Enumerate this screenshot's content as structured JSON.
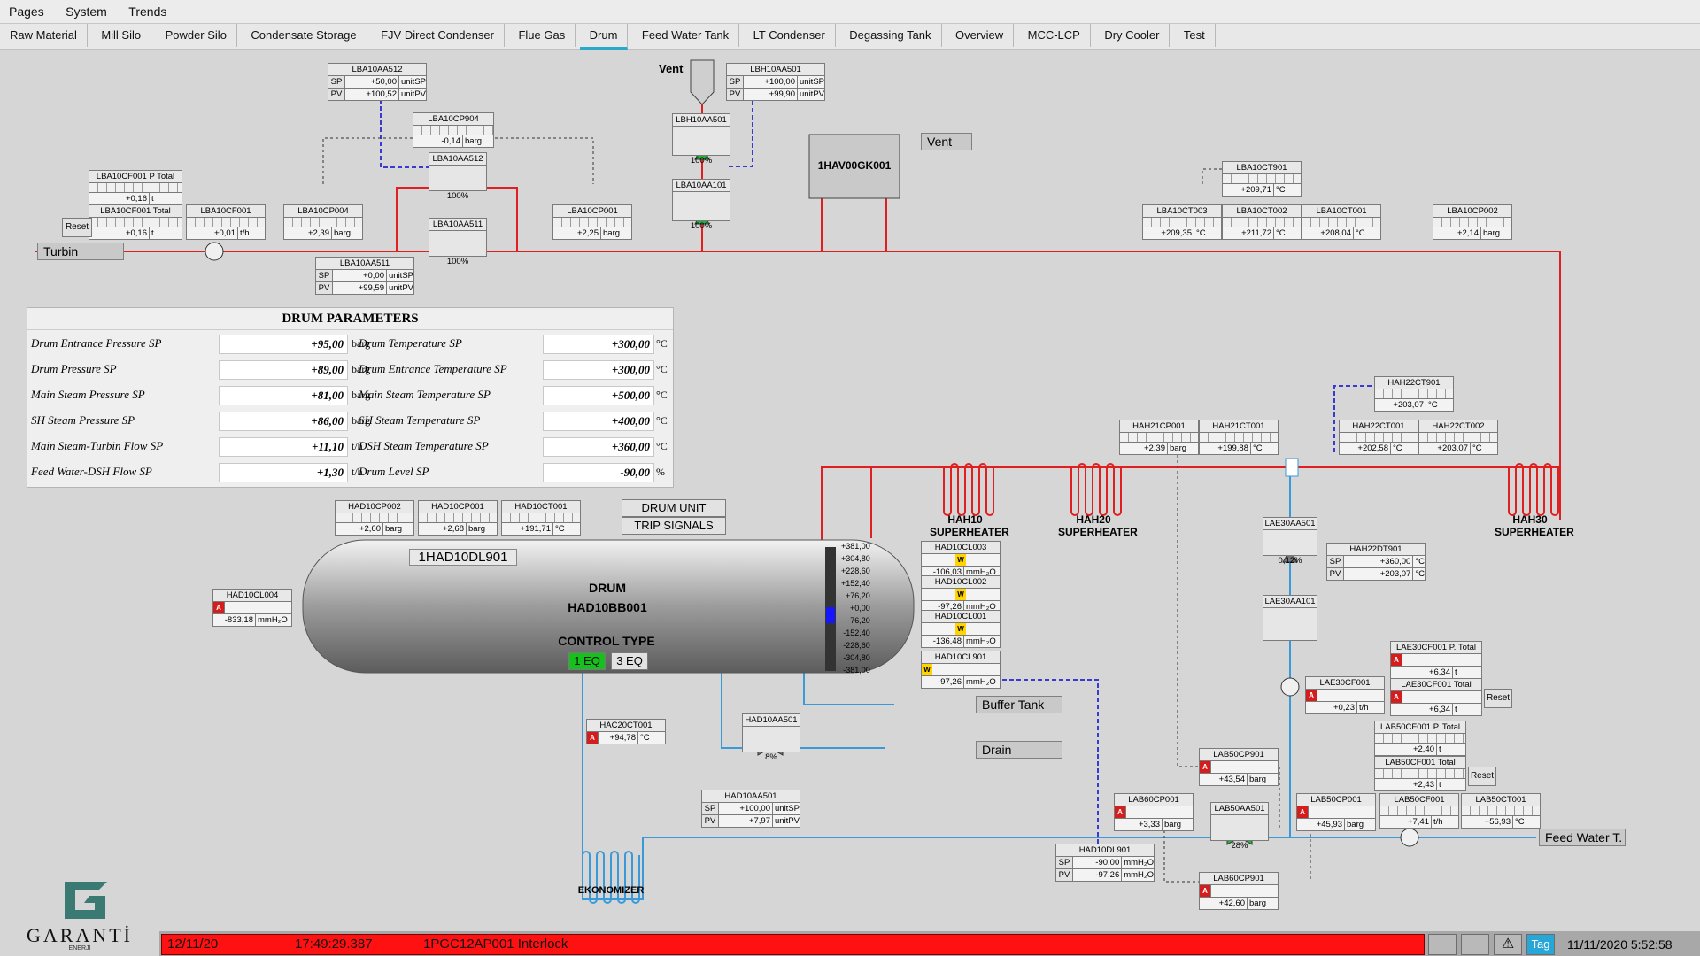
{
  "menu": [
    "Pages",
    "System",
    "Trends"
  ],
  "tabs": [
    "Raw Material",
    "Mill Silo",
    "Powder Silo",
    "Condensate Storage",
    "FJV  Direct Condenser",
    "Flue Gas",
    "Drum",
    "Feed Water Tank",
    "LT Condenser",
    "Degassing Tank",
    "Overview",
    "MCC-LCP",
    "Dry Cooler",
    "Test"
  ],
  "active_tab": "Drum",
  "labels": {
    "vent": "Vent",
    "vent2": "Vent",
    "turbin": "Turbin",
    "buffer": "Buffer Tank",
    "drain": "Drain",
    "feedwater": "Feed Water T.",
    "gk": "1HAV00GK001",
    "hah10a": "HAH10",
    "hah10b": "SUPERHEATER",
    "hah20a": "HAH20",
    "hah20b": "SUPERHEATER",
    "hah30a": "HAH30",
    "hah30b": "SUPERHEATER",
    "ekon": "EKONOMIZER",
    "reset1": "Reset",
    "reset2": "Reset",
    "reset3": "Reset",
    "drum_tag": "1HAD10DL901",
    "drum1": "DRUM",
    "drum2": "HAD10BB001",
    "ctrl": "CONTROL TYPE",
    "eq1": "1 EQ",
    "eq3": "3 EQ",
    "drumunit": "DRUM UNIT",
    "trip": "TRIP SIGNALS",
    "v_lba512": "100%",
    "v_lba511": "100%",
    "v_lbh501": "100%",
    "v_lba101": "100%",
    "v_had501": "8%",
    "v_lab501": "28%",
    "v_lae501": "0,12%"
  },
  "params": {
    "title": "DRUM PARAMETERS",
    "rows": [
      {
        "l": "Drum Entrance Pressure SP",
        "v": "+95,00",
        "u": "barg",
        "l2": "Drum Temperature SP",
        "v2": "+300,00",
        "u2": "°C"
      },
      {
        "l": "Drum Pressure SP",
        "v": "+89,00",
        "u": "barg",
        "l2": "Drum Entrance Temperature SP",
        "v2": "+300,00",
        "u2": "°C"
      },
      {
        "l": "Main Steam Pressure SP",
        "v": "+81,00",
        "u": "barg",
        "l2": "Main Steam Temperature SP",
        "v2": "+500,00",
        "u2": "°C"
      },
      {
        "l": "SH Steam Pressure SP",
        "v": "+86,00",
        "u": "barg",
        "l2": "SH Steam Temperature SP",
        "v2": "+400,00",
        "u2": "°C"
      },
      {
        "l": "Main Steam-Turbin Flow SP",
        "v": "+11,10",
        "u": "t/h",
        "l2": "DSH Steam Temperature SP",
        "v2": "+360,00",
        "u2": "°C"
      },
      {
        "l": "Feed Water-DSH Flow SP",
        "v": "+1,30",
        "u": "t/h",
        "l2": "Drum Level SP",
        "v2": "-90,00",
        "u2": "%"
      }
    ]
  },
  "tags": {
    "lba512sp": {
      "t": "LBA10AA512",
      "sp": "+50,00",
      "spu": "unitSP",
      "pv": "+100,52",
      "pvu": "unitPV"
    },
    "lba511sp": {
      "t": "LBA10AA511",
      "sp": "+0,00",
      "spu": "unitSP",
      "pv": "+99,59",
      "pvu": "unitPV"
    },
    "lbh501sp": {
      "t": "LBH10AA501",
      "sp": "+100,00",
      "spu": "unitSP",
      "pv": "+99,90",
      "pvu": "unitPV"
    },
    "had501sp": {
      "t": "HAD10AA501",
      "sp": "+100,00",
      "spu": "unitSP",
      "pv": "+7,97",
      "pvu": "unitPV"
    },
    "hah22dt": {
      "t": "HAH22DT901",
      "sp": "+360,00",
      "spu": "°C",
      "pv": "+203,07",
      "pvu": "°C"
    },
    "had10dl": {
      "t": "HAD10DL901",
      "sp": "-90,00",
      "spu": "mmH₂O",
      "pv": "-97,26",
      "pvu": "mmH₂O"
    },
    "lba904": {
      "t": "LBA10CP904",
      "v": "-0,14",
      "u": "barg"
    },
    "lbaptot": {
      "t": "LBA10CF001 P Total",
      "v": "+0,16",
      "u": "t"
    },
    "lbatot": {
      "t": "LBA10CF001 Total",
      "v": "+0,16",
      "u": "t"
    },
    "lbacf": {
      "t": "LBA10CF001",
      "v": "+0,01",
      "u": "t/h"
    },
    "lbacp4": {
      "t": "LBA10CP004",
      "v": "+2,39",
      "u": "barg"
    },
    "lbacp1": {
      "t": "LBA10CP001",
      "v": "+2,25",
      "u": "barg"
    },
    "lbact901": {
      "t": "LBA10CT901",
      "v": "+209,71",
      "u": "°C"
    },
    "lbact3": {
      "t": "LBA10CT003",
      "v": "+209,35",
      "u": "°C"
    },
    "lbact2": {
      "t": "LBA10CT002",
      "v": "+211,72",
      "u": "°C"
    },
    "lbact1": {
      "t": "LBA10CT001",
      "v": "+208,04",
      "u": "°C"
    },
    "lbacp2": {
      "t": "LBA10CP002",
      "v": "+2,14",
      "u": "barg"
    },
    "hah22ct901": {
      "t": "HAH22CT901",
      "v": "+203,07",
      "u": "°C"
    },
    "hah21cp": {
      "t": "HAH21CP001",
      "v": "+2,39",
      "u": "barg"
    },
    "hah21ct": {
      "t": "HAH21CT001",
      "v": "+199,88",
      "u": "°C"
    },
    "hah22ct1": {
      "t": "HAH22CT001",
      "v": "+202,58",
      "u": "°C"
    },
    "hah22ct2": {
      "t": "HAH22CT002",
      "v": "+203,07",
      "u": "°C"
    },
    "hadcp2": {
      "t": "HAD10CP002",
      "v": "+2,60",
      "u": "barg"
    },
    "hadcp1": {
      "t": "HAD10CP001",
      "v": "+2,68",
      "u": "barg"
    },
    "hadct1": {
      "t": "HAD10CT001",
      "v": "+191,71",
      "u": "°C"
    },
    "hadcl4": {
      "t": "HAD10CL004",
      "v": "-833,18",
      "u": "mmH₂O"
    },
    "hadcl3": {
      "t": "HAD10CL003",
      "v": "-106,03",
      "u": "mmH₂O"
    },
    "hadcl2": {
      "t": "HAD10CL002",
      "v": "-97,26",
      "u": "mmH₂O"
    },
    "hadcl1": {
      "t": "HAD10CL001",
      "v": "-136,48",
      "u": "mmH₂O"
    },
    "hadcl901": {
      "t": "HAD10CL901",
      "v": "-97,26",
      "u": "mmH₂O"
    },
    "hac20": {
      "t": "HAC20CT001",
      "v": "+94,78",
      "u": "°C"
    },
    "lae30cf": {
      "t": "LAE30CF001",
      "v": "+0,23",
      "u": "t/h"
    },
    "lae30ptot": {
      "t": "LAE30CF001 P. Total",
      "v": "+6,34",
      "u": "t"
    },
    "lae30tot": {
      "t": "LAE30CF001 Total",
      "v": "+6,34",
      "u": "t"
    },
    "lab50cp901": {
      "t": "LAB50CP901",
      "v": "+43,54",
      "u": "barg"
    },
    "lab50ptot": {
      "t": "LAB50CF001 P. Total",
      "v": "+2,40",
      "u": "t"
    },
    "lab50tot": {
      "t": "LAB50CF001 Total",
      "v": "+2,43",
      "u": "t"
    },
    "lab60cp1": {
      "t": "LAB60CP001",
      "v": "+3,33",
      "u": "barg"
    },
    "lab50cp1": {
      "t": "LAB50CP001",
      "v": "+45,93",
      "u": "barg"
    },
    "lab50cf1": {
      "t": "LAB50CF001",
      "v": "+7,41",
      "u": "t/h"
    },
    "lab50ct1": {
      "t": "LAB50CT001",
      "v": "+56,93",
      "u": "°C"
    },
    "lab60cp901": {
      "t": "LAB60CP901",
      "v": "+42,60",
      "u": "barg"
    }
  },
  "valves": {
    "lba512": "LBA10AA512",
    "lba511": "LBA10AA511",
    "lbh501": "LBH10AA501",
    "lba101": "LBA10AA101",
    "had501": "HAD10AA501",
    "lab501": "LAB50AA501",
    "lae501": "LAE30AA501",
    "lae101": "LAE30AA101"
  },
  "level_scale": [
    "+381,00",
    "+304,80",
    "+228,60",
    "+152,40",
    "+76,20",
    "+0,00",
    "-76,20",
    "-152,40",
    "-228,60",
    "-304,80",
    "-381,00"
  ],
  "status": {
    "date": "12/11/20",
    "time": "17:49:29.387",
    "message": "1PGC12AP001 Interlock",
    "tag": "Tag",
    "clock": "11/11/2020 5:52:58"
  },
  "logo": {
    "name": "GARANTİ",
    "sub": "ENERJİ"
  },
  "colors": {
    "steam": "#e02020",
    "water": "#3a9ad8",
    "signal": "#3a3ad0",
    "valve_open": "#1fb53a",
    "alarm": "#ff1111"
  }
}
